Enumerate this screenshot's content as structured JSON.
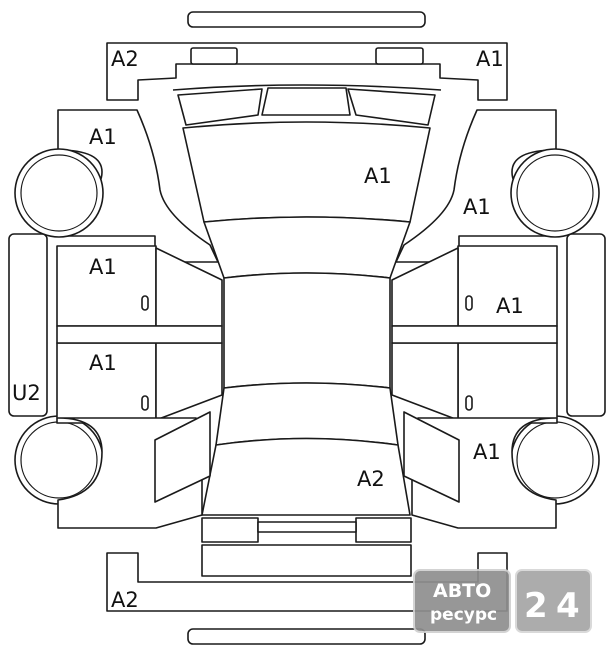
{
  "diagram": {
    "labels": {
      "front_bumper_left": "A2",
      "front_bumper_right": "A1",
      "left_front_fender": "A1",
      "hood": "A1",
      "right_front_fender": "A1",
      "left_front_door": "A1",
      "right_front_door": "A1",
      "left_rear_door": "A1",
      "left_sill": "U2",
      "right_quarter": "A1",
      "trunk": "A2",
      "rear_bumper": "A2"
    },
    "door_handle_mark": "0"
  },
  "watermark": {
    "line1": "АВТО",
    "line2": "ресурс",
    "digit1": "2",
    "digit2": "4",
    "colors": {
      "box": "#8f8f8f",
      "text": "#ffffff"
    }
  }
}
